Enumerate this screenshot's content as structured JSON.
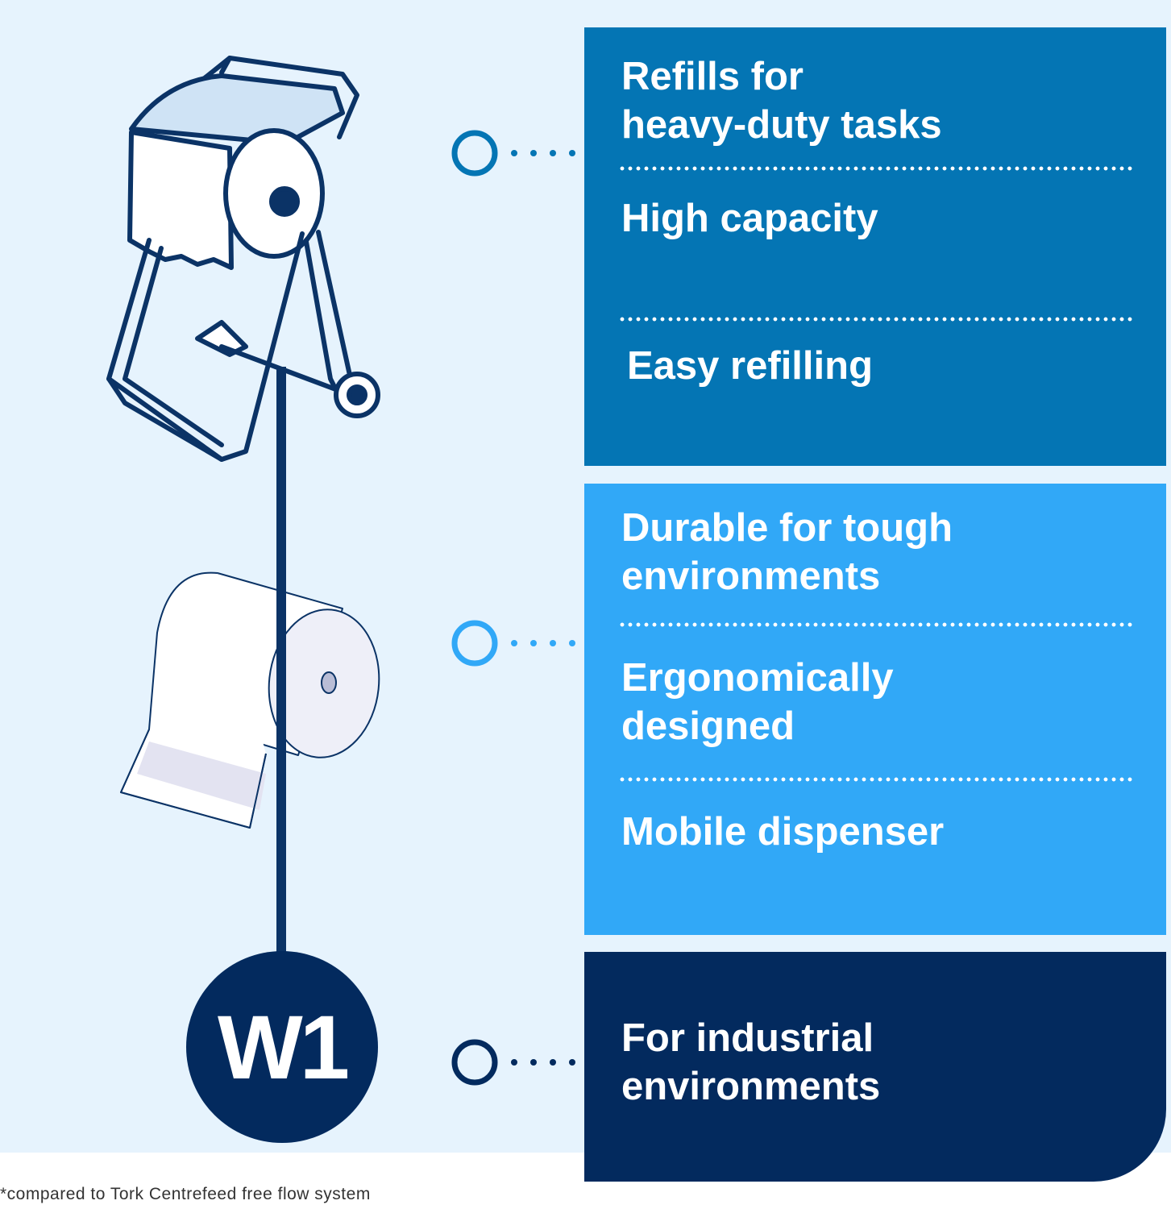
{
  "colors": {
    "background": "#e6f3fd",
    "dark_blue": "#032a5e",
    "medium_blue": "#0475b4",
    "light_blue": "#31a8f7"
  },
  "badge": {
    "label": "W1"
  },
  "groups": [
    {
      "color": "#0475b4",
      "features": [
        "Refills for\nheavy-duty tasks",
        "High capacity",
        "Easy refilling"
      ]
    },
    {
      "color": "#31a8f7",
      "features": [
        "Durable for tough\nenvironments",
        "Ergonomically\ndesigned",
        "Mobile dispenser"
      ]
    },
    {
      "color": "#032a5e",
      "features": [
        "For industrial\nenvironments"
      ]
    }
  ],
  "icons": [
    "dispenser-stand-illustration",
    "paper-roll-illustration"
  ],
  "footnote": "*compared to Tork Centrefeed free flow system"
}
